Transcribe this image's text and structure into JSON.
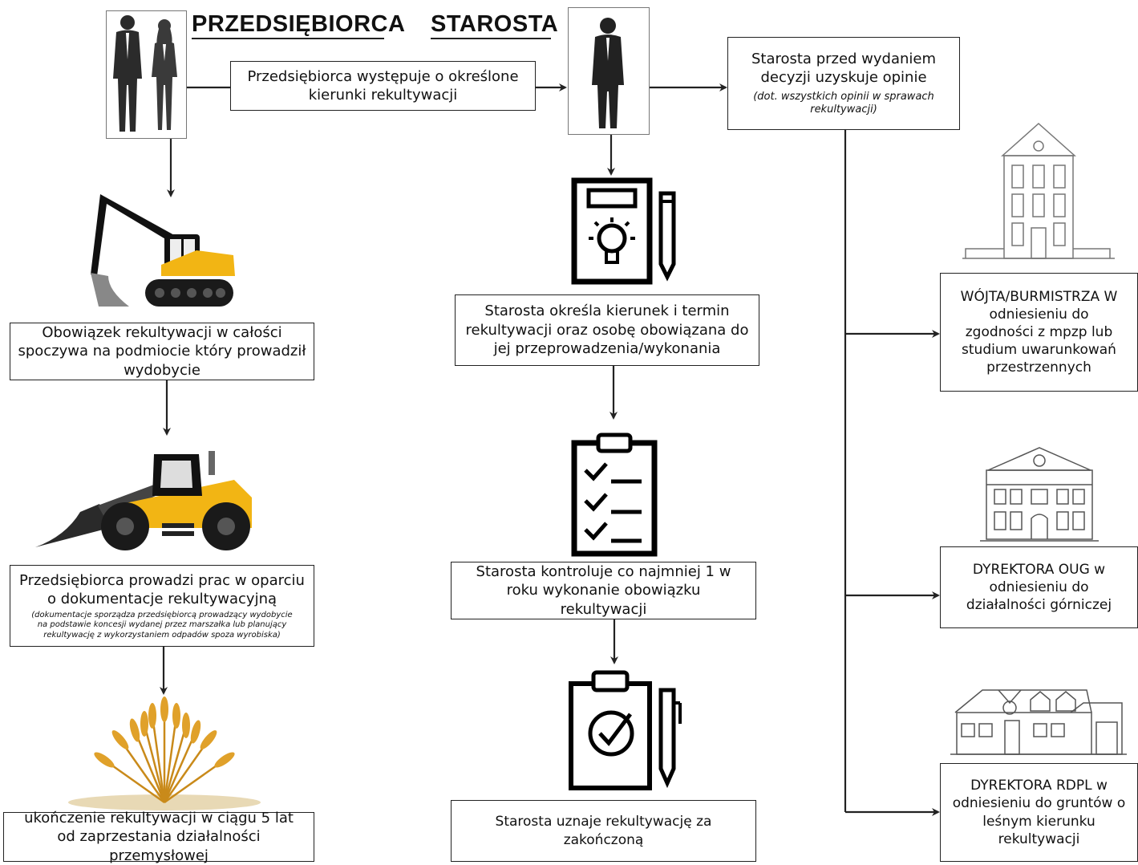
{
  "headings": {
    "entrepreneur": "PRZEDSIĘBIORCA",
    "starosta": "STAROSTA"
  },
  "left": {
    "box1": "Obowiązek rekultywacji w całości spoczywa na podmiocie który prowadził wydobycie",
    "box2_main": "Przedsiębiorca prowadzi prac w oparciu o dokumentacje rekultywacyjną",
    "box2_note": "(dokumentacje sporządza przedsiębiorcą prowadzący wydobycie na podstawie koncesji wydanej przez marszałka lub planujący rekultywację z wykorzystaniem odpadów spoza wyrobiska)",
    "box3": "ukończenie rekultywacji w ciągu 5 lat od zaprzestania działalności przemysłowej"
  },
  "top": {
    "request": "Przedsiębiorca występuje o określone kierunki rekultywacji",
    "opinions_main": "Starosta przed wydaniem decyzji uzyskuje opinie",
    "opinions_note": "(dot. wszystkich opinii w sprawach rekultywacji)"
  },
  "middle": {
    "box1": "Starosta określa kierunek i termin rekultywacji oraz osobę obowiązana do jej przeprowadzenia/wykonania",
    "box2": "Starosta kontroluje co najmniej 1 w roku wykonanie obowiązku rekultywacji",
    "box3": "Starosta uznaje rekultywację za zakończoną"
  },
  "right": {
    "wojt": "WÓJTA/BURMISTRZA W odniesieniu do zgodności z mpzp lub studium uwarunkowań przestrzennych",
    "oug": "DYREKTORA OUG w odniesieniu do działalności górniczej",
    "rdpl": "DYREKTORA RDPL w odniesieniu do gruntów o leśnym kierunku rekultywacji"
  }
}
